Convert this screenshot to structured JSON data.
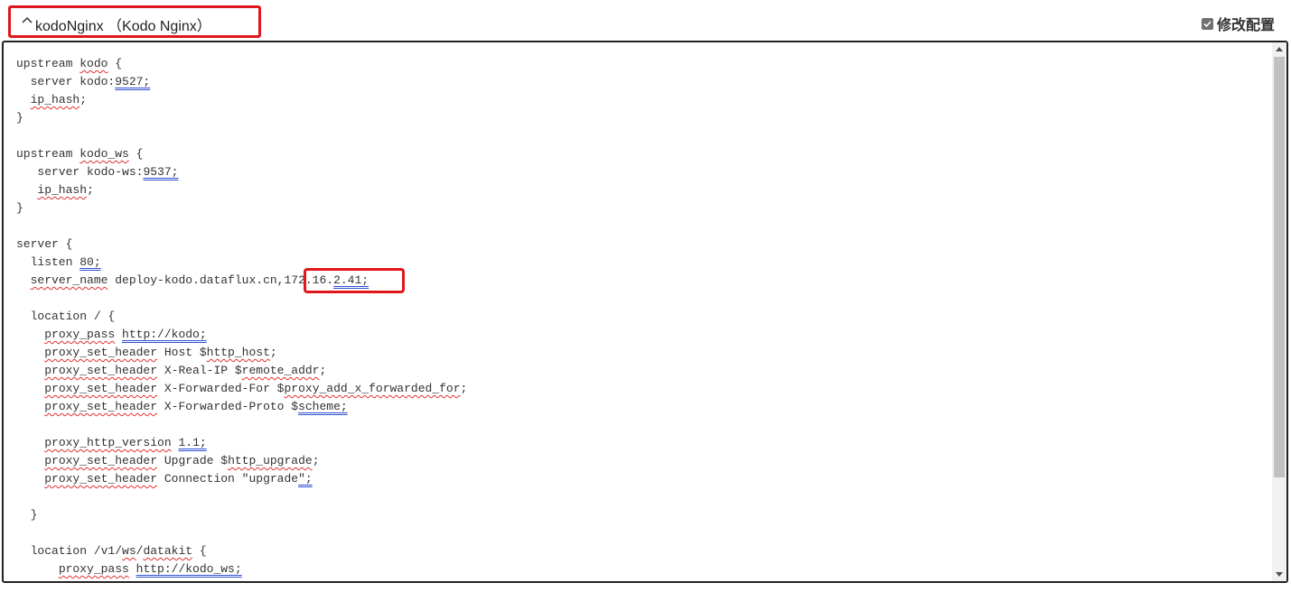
{
  "header": {
    "title": "kodoNginx （Kodo Nginx）",
    "edit_label": "修改配置",
    "edit_checked": true
  },
  "editor": {
    "lines": [
      [
        {
          "t": "upstream "
        },
        {
          "t": "kodo",
          "s": "sq"
        },
        {
          "t": " {"
        }
      ],
      [
        {
          "t": "  server kodo:"
        },
        {
          "t": "9527;",
          "s": "bl"
        }
      ],
      [
        {
          "t": "  "
        },
        {
          "t": "ip_hash",
          "s": "sq"
        },
        {
          "t": ";"
        }
      ],
      [
        {
          "t": "}"
        }
      ],
      [
        {
          "t": ""
        }
      ],
      [
        {
          "t": "upstream "
        },
        {
          "t": "kodo_ws",
          "s": "sq"
        },
        {
          "t": " {"
        }
      ],
      [
        {
          "t": "   server kodo-ws:"
        },
        {
          "t": "9537;",
          "s": "bl"
        }
      ],
      [
        {
          "t": "   "
        },
        {
          "t": "ip_hash",
          "s": "sq"
        },
        {
          "t": ";"
        }
      ],
      [
        {
          "t": "}"
        }
      ],
      [
        {
          "t": ""
        }
      ],
      [
        {
          "t": "server {"
        }
      ],
      [
        {
          "t": "  listen "
        },
        {
          "t": "80;",
          "s": "bl"
        }
      ],
      [
        {
          "t": "  "
        },
        {
          "t": "server_name",
          "s": "sq"
        },
        {
          "t": " deploy-kodo.dataflux.cn,172.16."
        },
        {
          "t": "2.41;",
          "s": "bl"
        }
      ],
      [
        {
          "t": ""
        }
      ],
      [
        {
          "t": "  location / {"
        }
      ],
      [
        {
          "t": "    "
        },
        {
          "t": "proxy_pass",
          "s": "sq"
        },
        {
          "t": " "
        },
        {
          "t": "http://kodo;",
          "s": "bl"
        }
      ],
      [
        {
          "t": "    "
        },
        {
          "t": "proxy_set_header",
          "s": "sq"
        },
        {
          "t": " Host $"
        },
        {
          "t": "http_host",
          "s": "sq"
        },
        {
          "t": ";"
        }
      ],
      [
        {
          "t": "    "
        },
        {
          "t": "proxy_set_header",
          "s": "sq"
        },
        {
          "t": " X-Real-IP $"
        },
        {
          "t": "remote_addr",
          "s": "sq"
        },
        {
          "t": ";"
        }
      ],
      [
        {
          "t": "    "
        },
        {
          "t": "proxy_set_header",
          "s": "sq"
        },
        {
          "t": " X-Forwarded-For $"
        },
        {
          "t": "proxy_add_x_forwarded_for",
          "s": "sq"
        },
        {
          "t": ";"
        }
      ],
      [
        {
          "t": "    "
        },
        {
          "t": "proxy_set_header",
          "s": "sq"
        },
        {
          "t": " X-Forwarded-Proto $"
        },
        {
          "t": "scheme;",
          "s": "bl"
        }
      ],
      [
        {
          "t": ""
        }
      ],
      [
        {
          "t": "    "
        },
        {
          "t": "proxy_http_version",
          "s": "sq"
        },
        {
          "t": " "
        },
        {
          "t": "1.1;",
          "s": "bl"
        }
      ],
      [
        {
          "t": "    "
        },
        {
          "t": "proxy_set_header",
          "s": "sq"
        },
        {
          "t": " Upgrade $"
        },
        {
          "t": "http_upgrade",
          "s": "sq"
        },
        {
          "t": ";"
        }
      ],
      [
        {
          "t": "    "
        },
        {
          "t": "proxy_set_header",
          "s": "sq"
        },
        {
          "t": " Connection \"upgrade"
        },
        {
          "t": "\";",
          "s": "bl"
        }
      ],
      [
        {
          "t": ""
        }
      ],
      [
        {
          "t": "  }"
        }
      ],
      [
        {
          "t": ""
        }
      ],
      [
        {
          "t": "  location /v1/"
        },
        {
          "t": "ws",
          "s": "sq"
        },
        {
          "t": "/"
        },
        {
          "t": "datakit",
          "s": "sq"
        },
        {
          "t": " {"
        }
      ],
      [
        {
          "t": "      "
        },
        {
          "t": "proxy_pass",
          "s": "sq"
        },
        {
          "t": " "
        },
        {
          "t": "http://kodo_ws;",
          "s": "bl"
        }
      ]
    ]
  },
  "colors": {
    "highlight_border": "#e0161b",
    "spell_underline": "#e03030",
    "grammar_underline": "#3050d0"
  },
  "icons": {
    "collapse": "chevron-up-icon",
    "checkbox": "checkbox-checked-icon"
  }
}
